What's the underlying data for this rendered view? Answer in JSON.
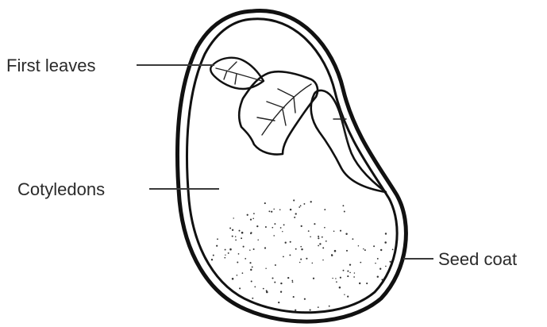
{
  "diagram": {
    "labels": {
      "first_leaves": "First leaves",
      "cotyledons": "Cotyledons",
      "seed_coat": "Seed coat"
    }
  }
}
